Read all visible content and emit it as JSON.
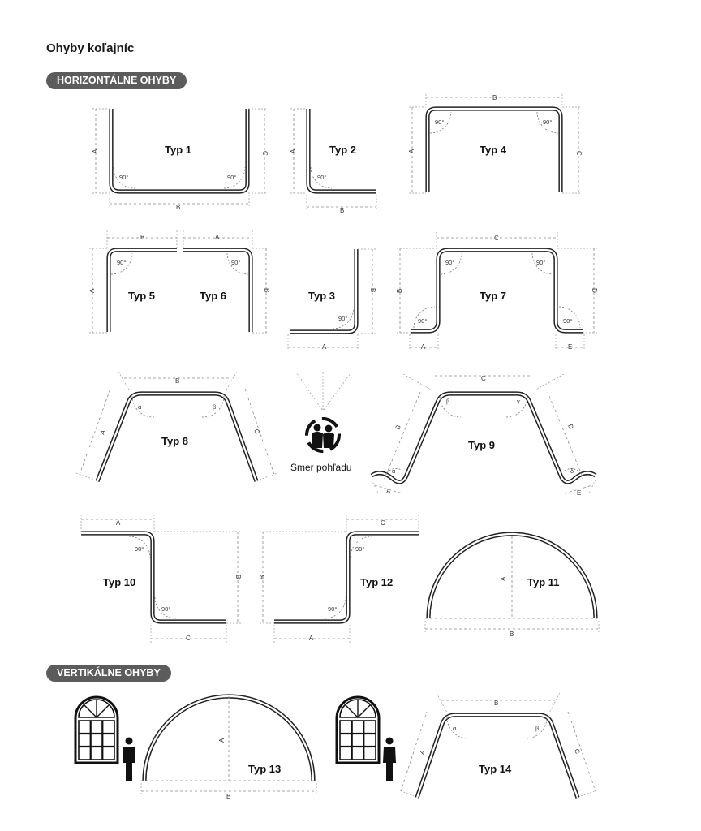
{
  "title": "Ohyby koľajníc",
  "sections": {
    "horizontal": "HORIZONTÁLNE OHYBY",
    "vertical": "VERTIKÁLNE OHYBY"
  },
  "angle_90": "90°",
  "view_direction": "Smer pohľadu",
  "types": {
    "t1": "Typ 1",
    "t2": "Typ 2",
    "t3": "Typ 3",
    "t4": "Typ 4",
    "t5": "Typ 5",
    "t6": "Typ 6",
    "t7": "Typ 7",
    "t8": "Typ 8",
    "t9": "Typ 9",
    "t10": "Typ 10",
    "t11": "Typ 11",
    "t12": "Typ 12",
    "t13": "Typ 13",
    "t14": "Typ 14"
  },
  "dims": {
    "A": "A",
    "B": "B",
    "C": "C",
    "D": "D",
    "E": "E"
  },
  "greek": {
    "alpha": "α",
    "beta": "β",
    "gamma": "γ",
    "delta": "δ"
  }
}
